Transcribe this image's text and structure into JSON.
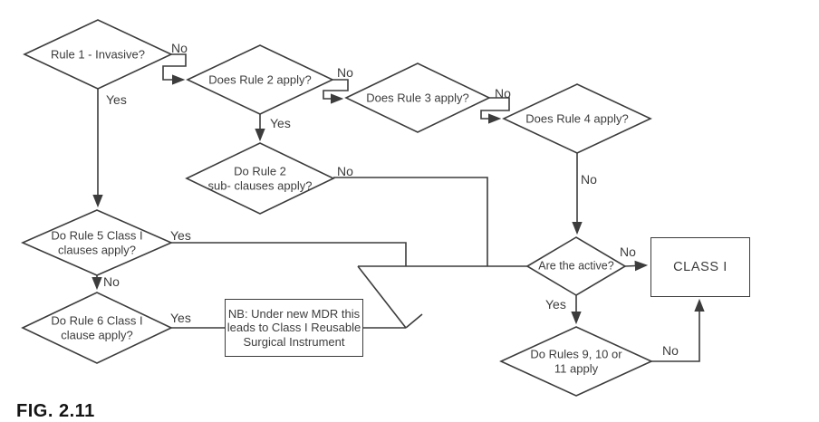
{
  "caption": "FIG. 2.11",
  "colors": {
    "line": "#3c3c3c",
    "text": "#3c3c3c",
    "background": "#ffffff",
    "caption": "#141414"
  },
  "nodes": {
    "rule1_invasive": {
      "text": "Rule 1 - Invasive?"
    },
    "rule2_apply": {
      "text": "Does Rule 2 apply?"
    },
    "rule3_apply": {
      "text": "Does Rule 3 apply?"
    },
    "rule4_apply": {
      "text": "Does Rule 4 apply?"
    },
    "rule2_subclauses": {
      "line1": "Do Rule 2",
      "line2": "sub- clauses apply?"
    },
    "rule5_class1": {
      "line1": "Do Rule 5 Class I",
      "line2": "clauses apply?"
    },
    "rule6_class1": {
      "line1": "Do Rule 6 Class I",
      "line2": "clause apply?"
    },
    "are_the_active": {
      "text": "Are the active?"
    },
    "rules_9_10_11": {
      "line1": "Do Rules 9, 10 or",
      "line2": "11 apply"
    },
    "nb_note": {
      "line1": "NB: Under new MDR this",
      "line2": "leads to Class I Reusable",
      "line3": "Surgical Instrument"
    },
    "class1_result": {
      "text": "CLASS I"
    }
  },
  "edge_labels": {
    "rule1_no": "No",
    "rule1_yes": "Yes",
    "rule2_no": "No",
    "rule2_yes": "Yes",
    "rule3_no": "No",
    "rule4_no": "No",
    "rule2_subclauses_no": "No",
    "rule5_yes": "Yes",
    "rule5_no": "No",
    "rule6_yes": "Yes",
    "are_active_no": "No",
    "are_active_yes": "Yes",
    "rules_9_10_11_no": "No"
  }
}
